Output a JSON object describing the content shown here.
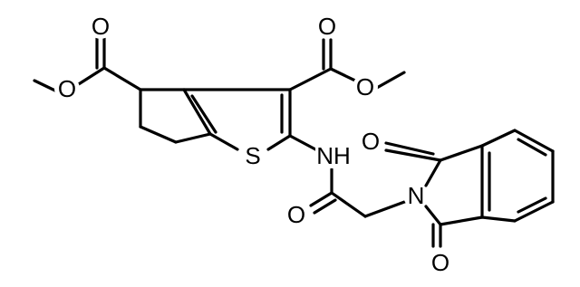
{
  "structure": {
    "atoms": [
      {
        "id": "O1",
        "label": "O"
      },
      {
        "id": "O2",
        "label": "O"
      },
      {
        "id": "O3",
        "label": "O"
      },
      {
        "id": "O4",
        "label": "O"
      },
      {
        "id": "S",
        "label": "S"
      },
      {
        "id": "NH",
        "label": "NH"
      },
      {
        "id": "O5",
        "label": "O"
      },
      {
        "id": "O6",
        "label": "O"
      },
      {
        "id": "N",
        "label": "N"
      },
      {
        "id": "O7",
        "label": "O"
      }
    ]
  },
  "colors": {
    "bond": "#000000",
    "background": "#ffffff"
  }
}
